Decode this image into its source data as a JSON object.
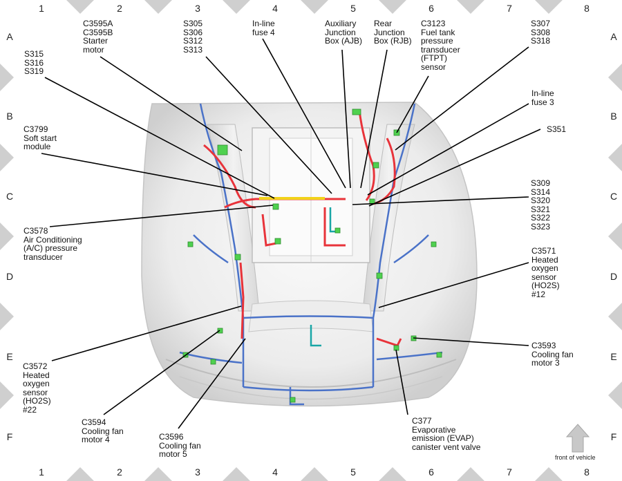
{
  "grid": {
    "columns": [
      "1",
      "2",
      "3",
      "4",
      "5",
      "6",
      "7",
      "8"
    ],
    "rows": [
      "A",
      "B",
      "C",
      "D",
      "E",
      "F"
    ]
  },
  "callouts": [
    {
      "id": "c3595",
      "text": "C3595A\nC3595B\nStarter\nmotor"
    },
    {
      "id": "s305",
      "text": "S305\nS306\nS312\nS313"
    },
    {
      "id": "fuse4",
      "text": "In-line\nfuse 4"
    },
    {
      "id": "ajb",
      "text": "Auxiliary\nJunction\nBox (AJB)"
    },
    {
      "id": "rjb",
      "text": "Rear\nJunction\nBox (RJB)"
    },
    {
      "id": "c3123",
      "text": "C3123\nFuel tank\npressure\ntransducer\n(FTPT)\nsensor"
    },
    {
      "id": "s307",
      "text": "S307\nS308\nS318"
    },
    {
      "id": "s315",
      "text": "S315\nS316\nS319"
    },
    {
      "id": "fuse3",
      "text": "In-line\nfuse 3"
    },
    {
      "id": "c3799",
      "text": "C3799\nSoft start\nmodule"
    },
    {
      "id": "s351",
      "text": "S351"
    },
    {
      "id": "s309",
      "text": "S309\nS314\nS320\nS321\nS322\nS323"
    },
    {
      "id": "c3578",
      "text": "C3578\nAir Conditioning\n(A/C) pressure\ntransducer"
    },
    {
      "id": "c3571",
      "text": "C3571\nHeated\noxygen\nsensor\n(HO2S)\n#12"
    },
    {
      "id": "c3593",
      "text": "C3593\nCooling fan\nmotor 3"
    },
    {
      "id": "c3572",
      "text": "C3572\nHeated\noxygen\nsensor\n(HO2S)\n#22"
    },
    {
      "id": "c3594",
      "text": "C3594\nCooling fan\nmotor 4"
    },
    {
      "id": "c3596",
      "text": "C3596\nCooling fan\nmotor 5"
    },
    {
      "id": "c377",
      "text": "C377\nEvaporative\nemission (EVAP)\ncanister vent valve"
    }
  ],
  "front_of_vehicle": "front of vehicle",
  "colors": {
    "harness_red": "#e8333a",
    "harness_blue": "#4a72c8",
    "harness_yellow": "#f2d21a",
    "connector_green": "#4fd14f",
    "body_gray": "#d9d9d9",
    "grid_marker": "#cfcfcf"
  }
}
